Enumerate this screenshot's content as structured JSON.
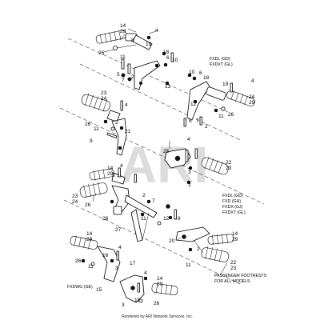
{
  "watermark": "ARI",
  "footer": "Rendered by ARI Network Services, Inc.",
  "models": {
    "top_right": [
      "FXDL (GD)",
      "FXDXT (GL)"
    ],
    "middle_right": [
      "FXDL (GD)",
      "FXD (GH)",
      "FXDX (GJ)",
      "FXDXT (GL)"
    ],
    "bottom_left": "FXDWG (GE)",
    "passenger": [
      "PASSENGER FOOTRESTS",
      "FOR ALL MODELS"
    ]
  },
  "callouts": [
    {
      "id": "c1",
      "text": "14"
    },
    {
      "id": "c2",
      "text": "29"
    },
    {
      "id": "c3",
      "text": "4"
    },
    {
      "id": "c4",
      "text": "26"
    },
    {
      "id": "c5",
      "text": "8"
    },
    {
      "id": "c6",
      "text": "19"
    },
    {
      "id": "c7",
      "text": "11"
    },
    {
      "id": "c8",
      "text": "18"
    },
    {
      "id": "c9",
      "text": "6"
    },
    {
      "id": "c10",
      "text": "10"
    },
    {
      "id": "c11",
      "text": "5"
    },
    {
      "id": "c12",
      "text": "7"
    },
    {
      "id": "c13",
      "text": "2"
    },
    {
      "id": "c14",
      "text": "13"
    },
    {
      "id": "c15",
      "text": "10"
    },
    {
      "id": "c16",
      "text": "6"
    },
    {
      "id": "c17",
      "text": "18"
    },
    {
      "id": "c18",
      "text": "19"
    },
    {
      "id": "c19",
      "text": "4"
    },
    {
      "id": "c20",
      "text": "24"
    },
    {
      "id": "c21",
      "text": "29"
    },
    {
      "id": "c22",
      "text": "12"
    },
    {
      "id": "c23",
      "text": "5"
    },
    {
      "id": "c24",
      "text": "7"
    },
    {
      "id": "c25",
      "text": "2"
    },
    {
      "id": "c26",
      "text": "11"
    },
    {
      "id": "c27",
      "text": "26"
    },
    {
      "id": "c28",
      "text": "23"
    },
    {
      "id": "c29",
      "text": "24"
    },
    {
      "id": "c30",
      "text": "4"
    },
    {
      "id": "c31",
      "text": "26"
    },
    {
      "id": "c32",
      "text": "11"
    },
    {
      "id": "c33",
      "text": "2"
    },
    {
      "id": "c34",
      "text": "21"
    },
    {
      "id": "c35",
      "text": "9"
    },
    {
      "id": "c36",
      "text": "4"
    },
    {
      "id": "c37",
      "text": "25"
    },
    {
      "id": "c38",
      "text": "22"
    },
    {
      "id": "c39",
      "text": "23"
    },
    {
      "id": "c40",
      "text": "3"
    },
    {
      "id": "c41",
      "text": "1"
    },
    {
      "id": "c42",
      "text": "14"
    },
    {
      "id": "c43",
      "text": "29"
    },
    {
      "id": "c44",
      "text": "4"
    },
    {
      "id": "c45",
      "text": "23"
    },
    {
      "id": "c46",
      "text": "24"
    },
    {
      "id": "c47",
      "text": "26"
    },
    {
      "id": "c48",
      "text": "3"
    },
    {
      "id": "c49",
      "text": "1"
    },
    {
      "id": "c50",
      "text": "28"
    },
    {
      "id": "c51",
      "text": "2"
    },
    {
      "id": "c52",
      "text": "7"
    },
    {
      "id": "c53",
      "text": "11"
    },
    {
      "id": "c54",
      "text": "12"
    },
    {
      "id": "c55",
      "text": "8"
    },
    {
      "id": "c56",
      "text": "27"
    },
    {
      "id": "c57",
      "text": "20"
    },
    {
      "id": "c58",
      "text": "2"
    },
    {
      "id": "c59",
      "text": "14"
    },
    {
      "id": "c60",
      "text": "29"
    },
    {
      "id": "c61",
      "text": "11"
    },
    {
      "id": "c62",
      "text": "22"
    },
    {
      "id": "c63",
      "text": "23"
    },
    {
      "id": "c64",
      "text": "14"
    },
    {
      "id": "c65",
      "text": "29"
    },
    {
      "id": "c66",
      "text": "16"
    },
    {
      "id": "c67",
      "text": "4"
    },
    {
      "id": "c68",
      "text": "26"
    },
    {
      "id": "c69",
      "text": "11"
    },
    {
      "id": "c70",
      "text": "3"
    },
    {
      "id": "c71",
      "text": "15"
    },
    {
      "id": "c72",
      "text": "17"
    },
    {
      "id": "c73",
      "text": "4"
    },
    {
      "id": "c74",
      "text": "14"
    },
    {
      "id": "c75",
      "text": "29"
    },
    {
      "id": "c76",
      "text": "3"
    },
    {
      "id": "c77",
      "text": "11"
    },
    {
      "id": "c78",
      "text": "26"
    }
  ]
}
